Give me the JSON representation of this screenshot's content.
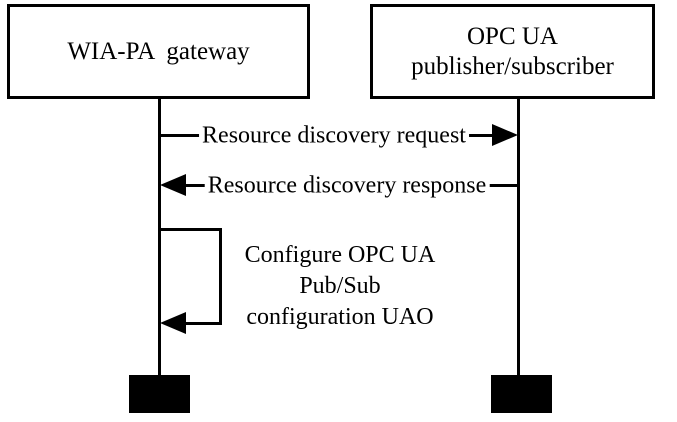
{
  "diagram": {
    "type": "sequence-diagram",
    "colors": {
      "ink": "#000000",
      "background": "#ffffff"
    },
    "actors": {
      "left": {
        "name": "WIA-PA  gateway"
      },
      "right": {
        "line1": "OPC UA",
        "line2": "publisher/subscriber"
      }
    },
    "messages": {
      "request": {
        "label": "Resource discovery request",
        "from": "WIA-PA gateway",
        "to": "OPC UA publisher/subscriber",
        "direction": "right"
      },
      "response": {
        "label": "Resource discovery response",
        "from": "OPC UA publisher/subscriber",
        "to": "WIA-PA gateway",
        "direction": "left"
      },
      "self": {
        "line1": "Configure OPC UA",
        "line2": "Pub/Sub",
        "line3": "configuration UAO",
        "on": "WIA-PA gateway",
        "direction": "self-loop"
      }
    }
  }
}
